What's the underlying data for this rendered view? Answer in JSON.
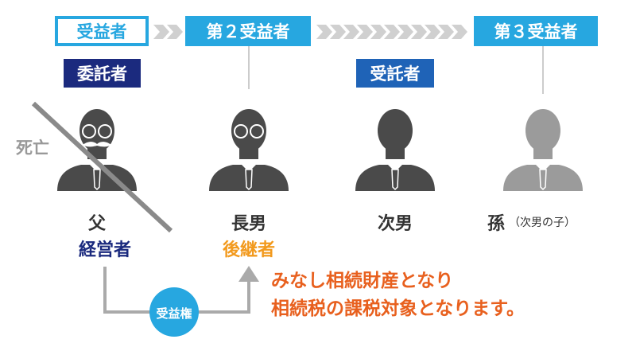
{
  "beneficiaries": {
    "first": "受益者",
    "second": "第２受益者",
    "third": "第３受益者"
  },
  "roles": {
    "settlor": "委託者",
    "trustee": "受託者"
  },
  "people": {
    "father": {
      "name": "父",
      "role": "経営者"
    },
    "eldest_son": {
      "name": "長男",
      "role": "後継者"
    },
    "second_son": {
      "name": "次男"
    },
    "grandson": {
      "name": "孫",
      "note": "（次男の子）"
    }
  },
  "deceased_label": "死亡",
  "flow_badge": "受益権",
  "note": {
    "line1": "みなし相続財産となり",
    "line2": "相続税の課税対象となります。"
  },
  "colors": {
    "light_blue": "#27a7e0",
    "navy": "#1b2a7e",
    "trustee_blue": "#1f63b7",
    "orange": "#f29a1e",
    "note_red": "#e8601e",
    "person_dark": "#4a4a4a",
    "person_gray": "#9b9b9b",
    "arrow_gray": "#c8c8c8"
  }
}
